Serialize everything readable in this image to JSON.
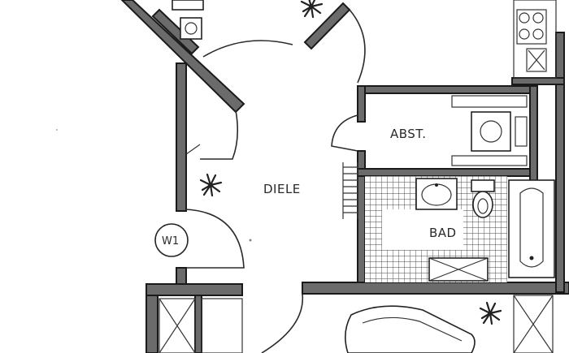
{
  "rooms": {
    "diele": "DIELE",
    "abst": "ABST.",
    "bad": "BAD"
  },
  "tags": {
    "w1": "W1"
  },
  "colors": {
    "wall_fill": "#6b6b6b",
    "ink": "#2a2a2a",
    "paper": "#ffffff"
  },
  "icons": [
    "plant-icon",
    "washing-machine-icon",
    "stove-icon",
    "toilet-icon",
    "sink-icon",
    "bathtub-icon",
    "sofa-icon"
  ]
}
